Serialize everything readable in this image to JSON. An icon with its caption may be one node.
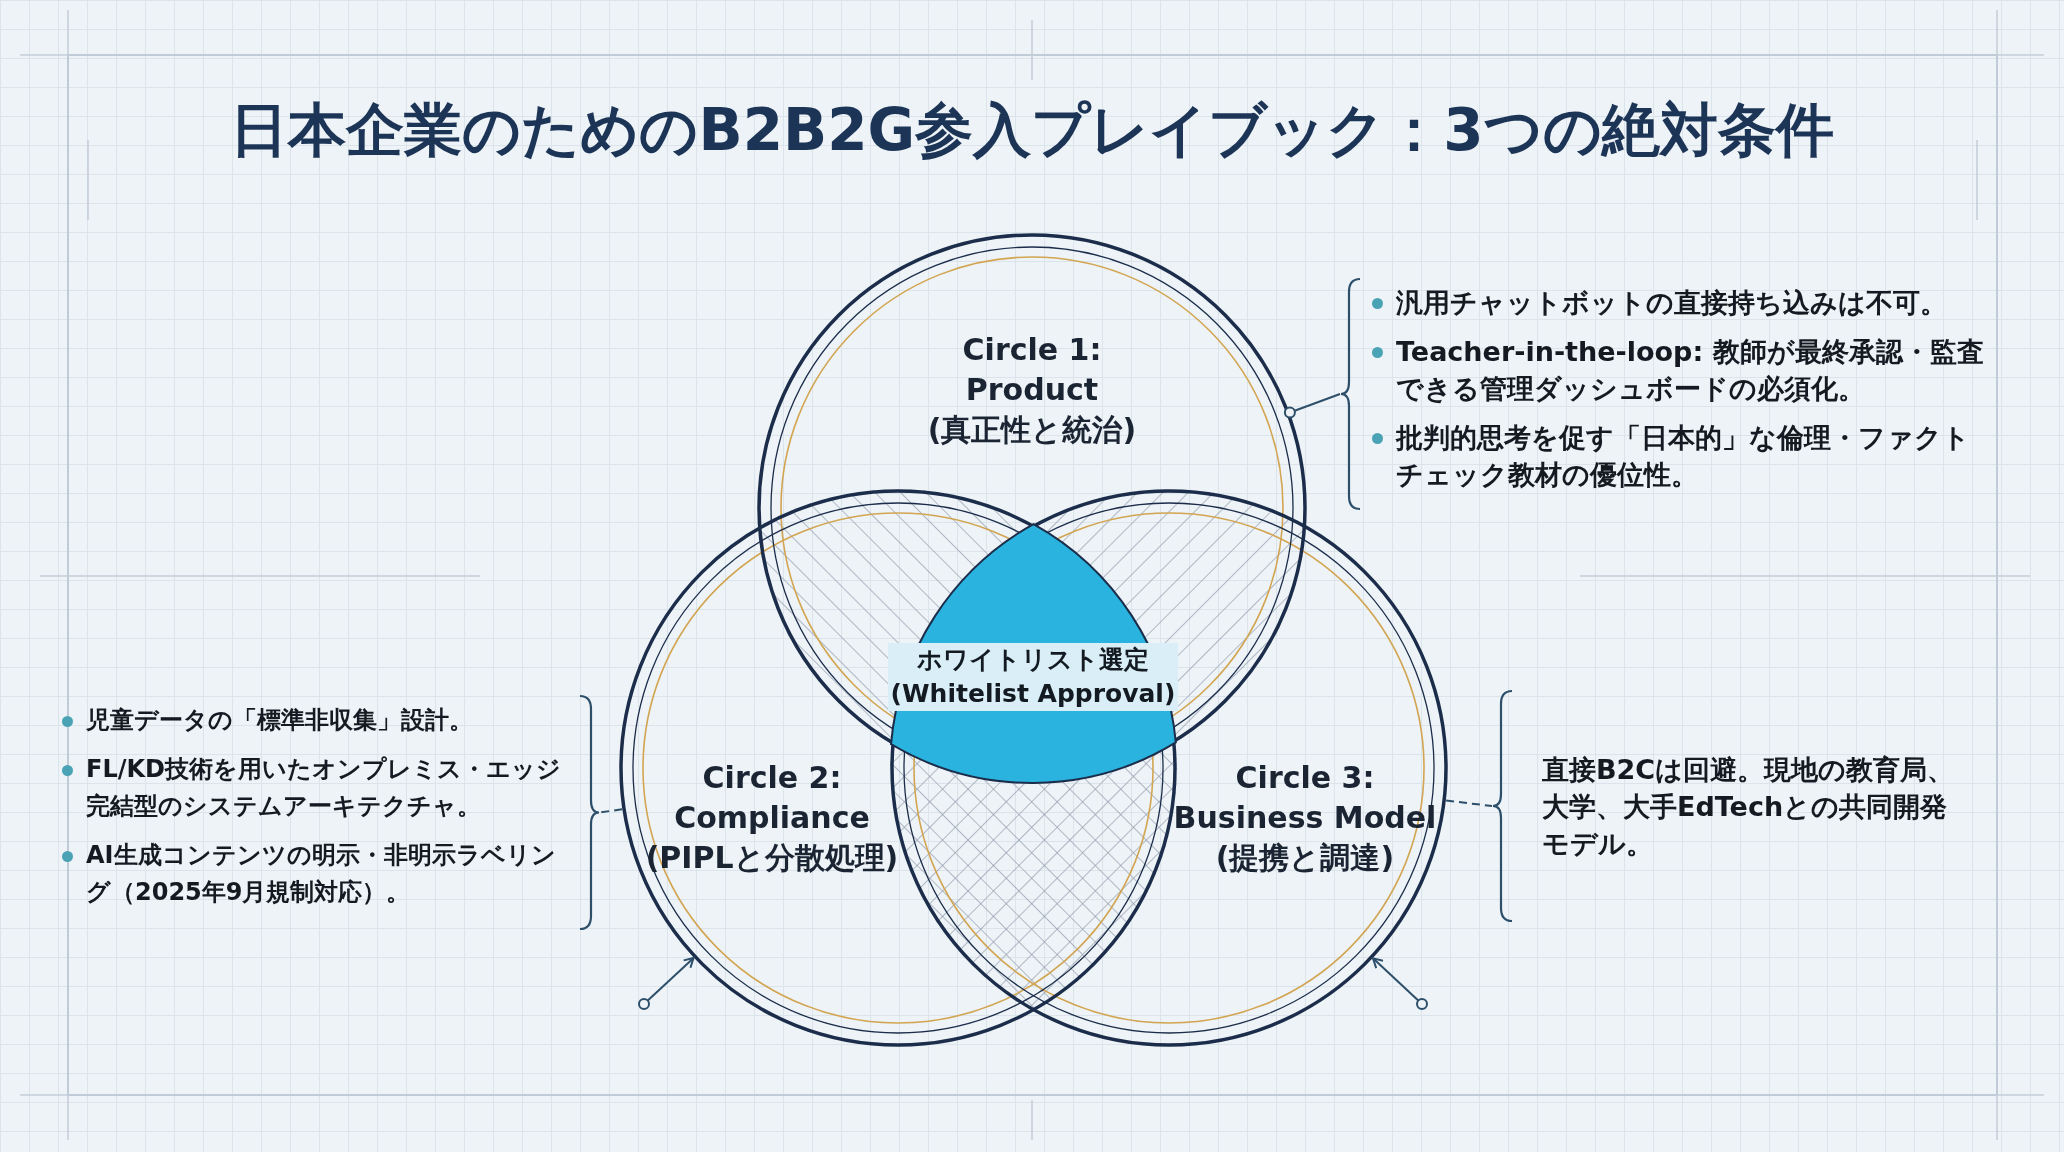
{
  "diagram": {
    "title": "日本企業のためのB2B2G参入プレイブック：3つの絶対条件",
    "nodes": [
      {
        "text": [
          "Circle 1: Product (真正性と統治)"
        ]
      },
      {
        "text": [
          "Circle 2: Compliance (PIPLと分散処理)"
        ]
      },
      {
        "text": [
          "Circle 3: Business Model (提携と調達)"
        ]
      },
      {
        "text": [
          "ホワイトリスト選定 (Whitelist Approval)"
        ]
      },
      {
        "text": [
          "汎用チャットボットの直接持ち込みは不可。",
          "Teacher-in-the-loop: 教師が最終承認・監査できる管理ダッシュボードの必須化。",
          "批判的思考を促す「日本的」な倫理・ファクトチェック教材の優位性。"
        ]
      },
      {
        "text": [
          "児童データの「標準非収集」設計。",
          "FL/KD技術を用いたオンプレミス・エッジ完結型のシステムアーキテクチャ。",
          "AI生成コンテンツの明示・非明示ラベリング（2025年9月規制対応）。"
        ]
      },
      {
        "text": [
          "直接B2Cは回避。現地の教育局、大学、大手EdTechとの共同開発モデル。"
        ]
      }
    ],
    "edges": [
      {
        "from": 0,
        "to": 4,
        "arrow": "other"
      },
      {
        "from": 1,
        "to": 5,
        "arrow": "none",
        "style": "dashed"
      },
      {
        "from": 2,
        "to": 6,
        "arrow": "none",
        "style": "dashed"
      },
      {
        "from": null,
        "to": 1,
        "arrow": "to"
      },
      {
        "from": null,
        "to": 2,
        "arrow": "to"
      }
    ]
  }
}
